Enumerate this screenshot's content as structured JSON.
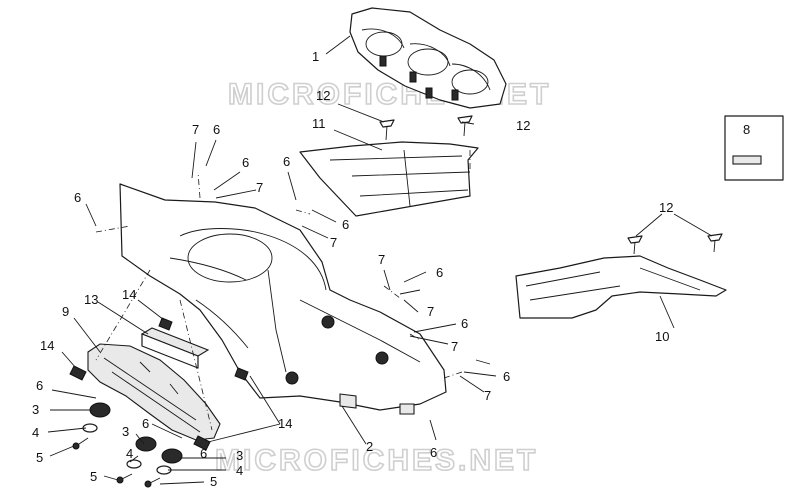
{
  "watermarks": [
    "MICROFICHES.NET",
    "MICROFICHES.NET"
  ],
  "callouts": [
    {
      "id": "c1",
      "text": "1"
    },
    {
      "id": "c12a",
      "text": "12"
    },
    {
      "id": "c12b",
      "text": "12"
    },
    {
      "id": "c11",
      "text": "11"
    },
    {
      "id": "c8",
      "text": "8"
    },
    {
      "id": "c7a",
      "text": "7"
    },
    {
      "id": "c6a",
      "text": "6"
    },
    {
      "id": "c6b",
      "text": "6"
    },
    {
      "id": "c6c",
      "text": "6"
    },
    {
      "id": "c7b",
      "text": "7"
    },
    {
      "id": "c6d",
      "text": "6"
    },
    {
      "id": "c6e",
      "text": "6"
    },
    {
      "id": "c7c",
      "text": "7"
    },
    {
      "id": "c12c",
      "text": "12"
    },
    {
      "id": "c7d",
      "text": "7"
    },
    {
      "id": "c6f",
      "text": "6"
    },
    {
      "id": "c7e",
      "text": "7"
    },
    {
      "id": "c6g",
      "text": "6"
    },
    {
      "id": "c7f",
      "text": "7"
    },
    {
      "id": "c6h",
      "text": "6"
    },
    {
      "id": "c7g",
      "text": "7"
    },
    {
      "id": "c10",
      "text": "10"
    },
    {
      "id": "c9",
      "text": "9"
    },
    {
      "id": "c13",
      "text": "13"
    },
    {
      "id": "c14a",
      "text": "14"
    },
    {
      "id": "c14b",
      "text": "14"
    },
    {
      "id": "c6i",
      "text": "6"
    },
    {
      "id": "c3a",
      "text": "3"
    },
    {
      "id": "c4a",
      "text": "4"
    },
    {
      "id": "c5a",
      "text": "5"
    },
    {
      "id": "c14c",
      "text": "14"
    },
    {
      "id": "c2",
      "text": "2"
    },
    {
      "id": "c6j",
      "text": "6"
    },
    {
      "id": "c3b",
      "text": "3"
    },
    {
      "id": "c6k",
      "text": "6"
    },
    {
      "id": "c4b",
      "text": "4"
    },
    {
      "id": "c3c",
      "text": "3"
    },
    {
      "id": "c4c",
      "text": "4"
    },
    {
      "id": "c5b",
      "text": "5"
    },
    {
      "id": "c5c",
      "text": "5"
    },
    {
      "id": "c6l",
      "text": "6"
    }
  ]
}
